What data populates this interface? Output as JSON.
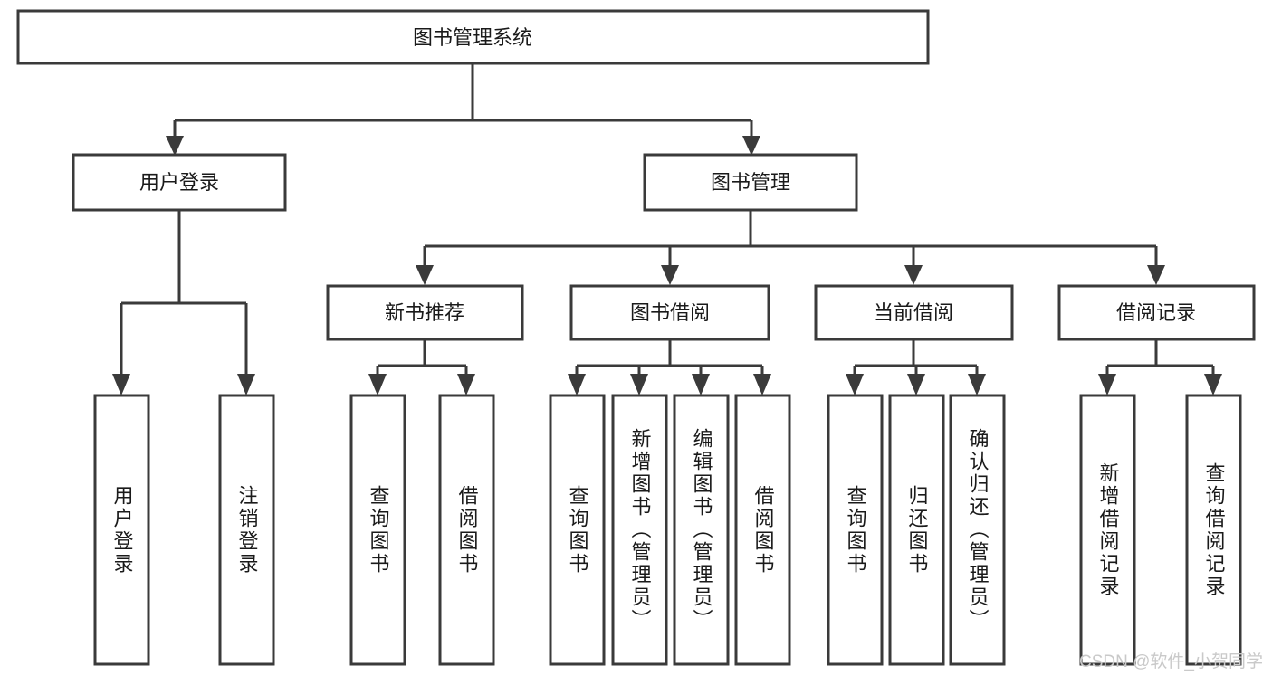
{
  "diagram": {
    "type": "tree-hierarchy-chart",
    "title": "图书管理系统",
    "orientation": "top-down",
    "colors": {
      "line": "#3a3a3a",
      "box_fill": "#ffffff",
      "text": "#1a1a1a",
      "watermark": "#c9c9c9"
    },
    "root": {
      "label": "图书管理系统"
    },
    "level1": [
      {
        "label": "用户登录"
      },
      {
        "label": "图书管理"
      }
    ],
    "level2": [
      {
        "label": "新书推荐"
      },
      {
        "label": "图书借阅"
      },
      {
        "label": "当前借阅"
      },
      {
        "label": "借阅记录"
      }
    ],
    "leaves": [
      {
        "label": "用户登录",
        "parent": "用户登录"
      },
      {
        "label": "注销登录",
        "parent": "用户登录"
      },
      {
        "label": "查询图书",
        "parent": "新书推荐"
      },
      {
        "label": "借阅图书",
        "parent": "新书推荐"
      },
      {
        "label": "查询图书",
        "parent": "图书借阅"
      },
      {
        "label": "新增图书（管理员）",
        "parent": "图书借阅"
      },
      {
        "label": "编辑图书（管理员）",
        "parent": "图书借阅"
      },
      {
        "label": "借阅图书",
        "parent": "图书借阅"
      },
      {
        "label": "查询图书",
        "parent": "当前借阅"
      },
      {
        "label": "归还图书",
        "parent": "当前借阅"
      },
      {
        "label": "确认归还（管理员）",
        "parent": "当前借阅"
      },
      {
        "label": "新增借阅记录",
        "parent": "借阅记录"
      },
      {
        "label": "查询借阅记录",
        "parent": "借阅记录"
      }
    ]
  },
  "watermark": {
    "text": "CSDN @软件_小贺同学"
  }
}
